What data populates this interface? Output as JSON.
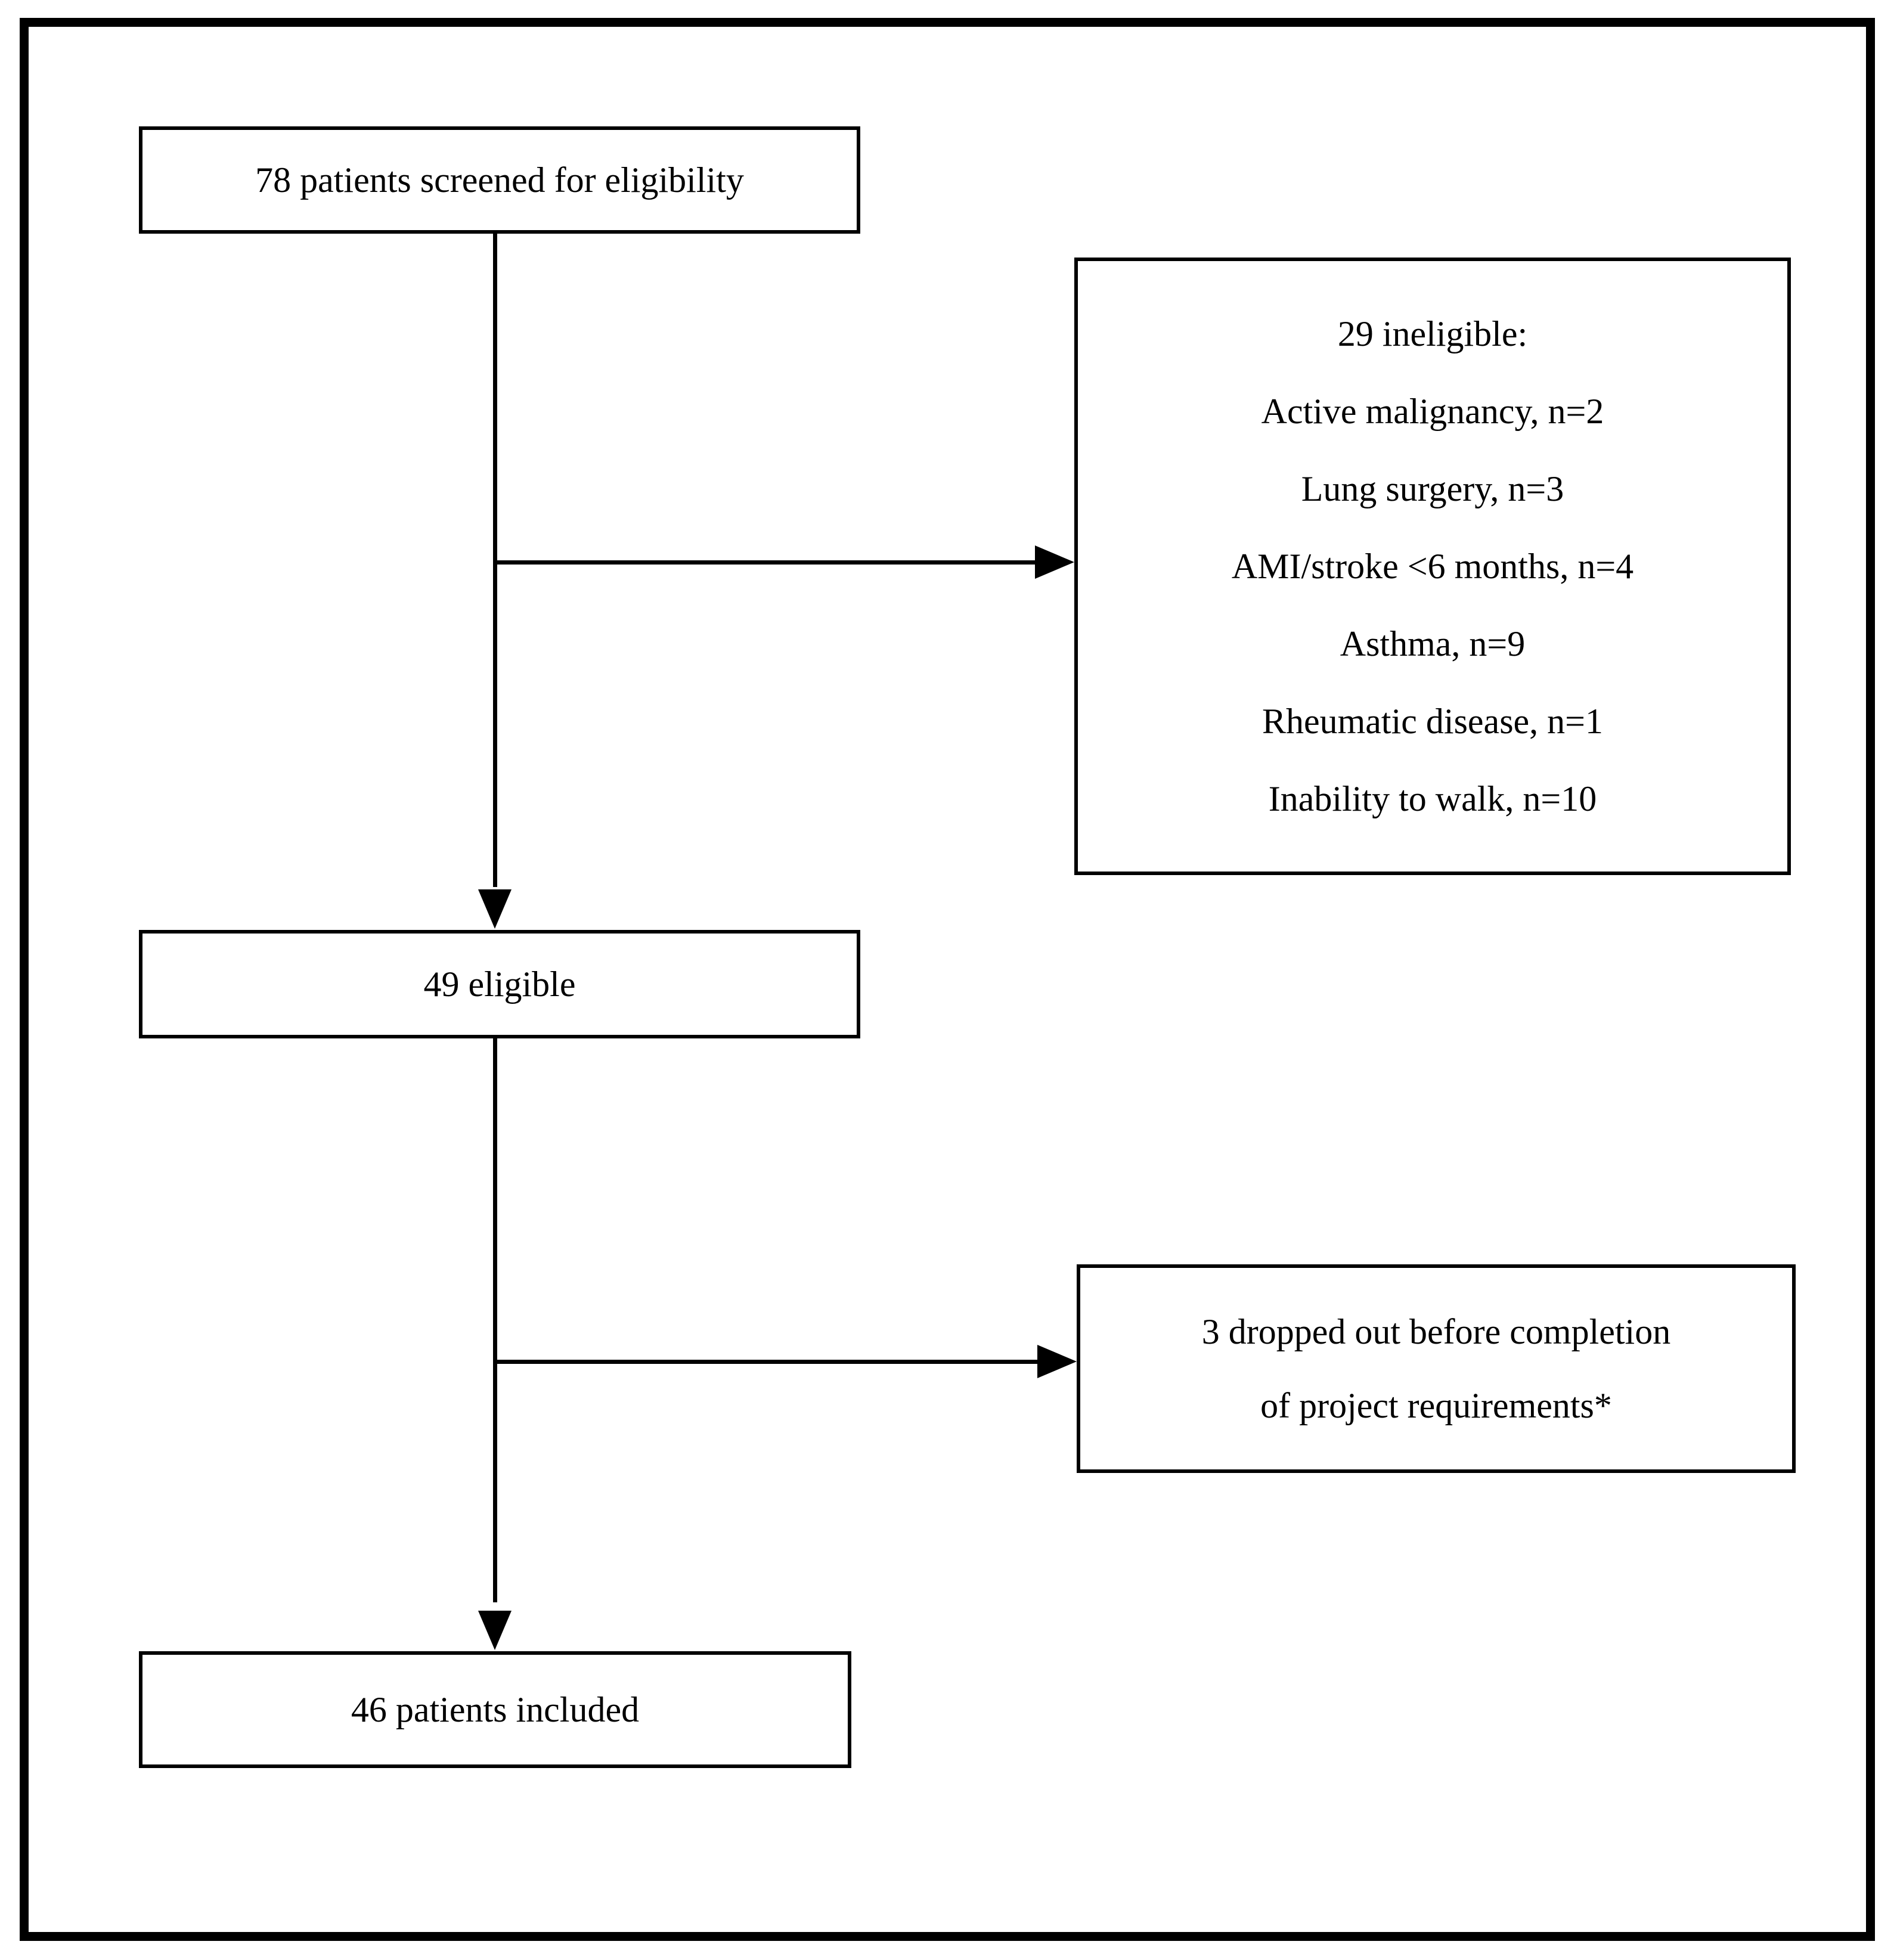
{
  "diagram": {
    "type": "flowchart",
    "boxes": {
      "screened": "78 patients screened for eligibility",
      "ineligible_title": "29 ineligible:",
      "ineligible_reasons": [
        "Active malignancy, n=2",
        "Lung surgery, n=3",
        "AMI/stroke <6 months, n=4",
        "Asthma, n=9",
        "Rheumatic disease, n=1",
        "Inability to walk, n=10"
      ],
      "eligible": "49 eligible",
      "dropped_line1": "3 dropped out before completion",
      "dropped_line2": "of project requirements*",
      "included": "46 patients included"
    },
    "colors": {
      "stroke": "#000000",
      "background": "#ffffff",
      "text": "#000000"
    }
  }
}
